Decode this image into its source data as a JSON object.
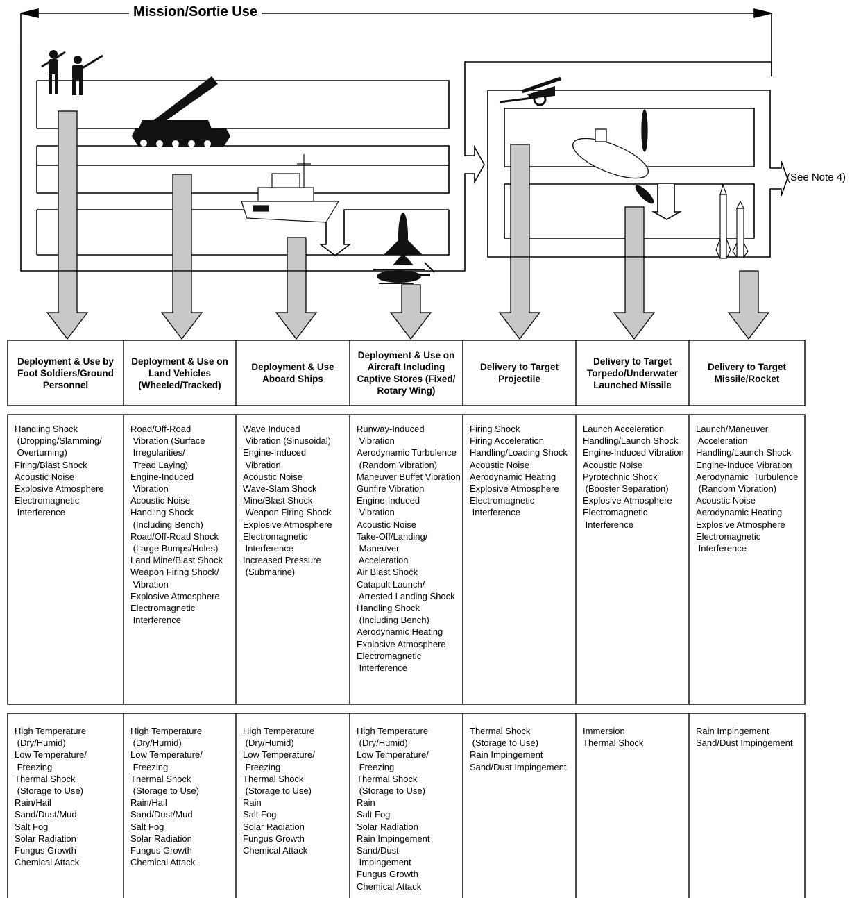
{
  "title": "Mission/Sortie Use",
  "note": "(See Note 4)",
  "icons": [
    "soldiers-icon",
    "missile-launcher-vehicle-icon",
    "warship-icon",
    "fighter-jet-icon",
    "helicopter-icon",
    "artillery-gun-icon",
    "submarine-icon",
    "torpedo-icon",
    "missiles-icon"
  ],
  "columns": [
    {
      "header": "Deployment & Use by\nFoot Soldiers/Ground\nPersonnel",
      "dynamic": [
        "Handling Shock",
        " (Dropping/Slamming/",
        " Overturning)",
        "Firing/Blast Shock",
        "Acoustic Noise",
        "Explosive Atmosphere",
        "Electromagnetic",
        " Interference"
      ],
      "climatic": [
        "High Temperature",
        " (Dry/Humid)",
        "Low Temperature/",
        " Freezing",
        "Thermal Shock",
        " (Storage to Use)",
        "Rain/Hail",
        "Sand/Dust/Mud",
        "Salt Fog",
        "Solar Radiation",
        "Fungus Growth",
        "Chemical Attack"
      ]
    },
    {
      "header": "Deployment & Use on\nLand Vehicles\n(Wheeled/Tracked)",
      "dynamic": [
        "Road/Off-Road",
        " Vibration (Surface",
        " Irregularities/",
        " Tread Laying)",
        "Engine-Induced",
        " Vibration",
        "Acoustic Noise",
        "Handling Shock",
        " (Including Bench)",
        "Road/Off-Road Shock",
        " (Large Bumps/Holes)",
        "Land Mine/Blast Shock",
        "Weapon Firing Shock/",
        " Vibration",
        "Explosive Atmosphere",
        "Electromagnetic",
        " Interference"
      ],
      "climatic": [
        "High Temperature",
        " (Dry/Humid)",
        "Low Temperature/",
        " Freezing",
        "Thermal Shock",
        " (Storage to Use)",
        "Rain/Hail",
        "Sand/Dust/Mud",
        "Salt Fog",
        "Solar Radiation",
        "Fungus Growth",
        "Chemical Attack"
      ]
    },
    {
      "header": "Deployment & Use\nAboard Ships",
      "dynamic": [
        "Wave Induced",
        " Vibration (Sinusoidal)",
        "Engine-Induced",
        " Vibration",
        "Acoustic Noise",
        "Wave-Slam Shock",
        "Mine/Blast Shock",
        " Weapon Firing Shock",
        "Explosive Atmosphere",
        "Electromagnetic",
        " Interference",
        "Increased Pressure",
        " (Submarine)"
      ],
      "climatic": [
        "High Temperature",
        " (Dry/Humid)",
        "Low Temperature/",
        " Freezing",
        "Thermal Shock",
        " (Storage to Use)",
        "Rain",
        "Salt Fog",
        "Solar Radiation",
        "Fungus Growth",
        "Chemical Attack"
      ]
    },
    {
      "header": "Deployment & Use on\nAircraft Including\nCaptive Stores (Fixed/\nRotary Wing)",
      "dynamic": [
        "Runway-Induced",
        " Vibration",
        "Aerodynamic Turbulence",
        " (Random Vibration)",
        "Maneuver Buffet Vibration",
        "Gunfire Vibration",
        "Engine-Induced",
        " Vibration",
        "Acoustic Noise",
        "Take-Off/Landing/",
        " Maneuver",
        " Acceleration",
        "Air Blast Shock",
        "Catapult Launch/",
        " Arrested Landing Shock",
        "Handling Shock",
        " (Including Bench)",
        "Aerodynamic Heating",
        "Explosive Atmosphere",
        "Electromagnetic",
        " Interference"
      ],
      "climatic": [
        "High Temperature",
        " (Dry/Humid)",
        "Low Temperature/",
        " Freezing",
        "Thermal Shock",
        " (Storage to Use)",
        "Rain",
        "Salt Fog",
        "Solar Radiation",
        "Rain Impingement",
        "Sand/Dust",
        " Impingement",
        "Fungus Growth",
        "Chemical Attack"
      ]
    },
    {
      "header": "Delivery to Target\nProjectile",
      "dynamic": [
        "Firing Shock",
        "Firing Acceleration",
        "Handling/Loading Shock",
        "Acoustic Noise",
        "Aerodynamic Heating",
        "Explosive Atmosphere",
        "Electromagnetic",
        " Interference"
      ],
      "climatic": [
        "Thermal Shock",
        " (Storage to Use)",
        "Rain Impingement",
        "Sand/Dust Impingement"
      ]
    },
    {
      "header": "Delivery to  Target\nTorpedo/Underwater\nLaunched Missile",
      "dynamic": [
        "Launch Acceleration",
        "Handling/Launch Shock",
        "Engine-Induced Vibration",
        "Acoustic Noise",
        "Pyrotechnic Shock",
        " (Booster Separation)",
        "Explosive Atmosphere",
        "Electromagnetic",
        " Interference"
      ],
      "climatic": [
        "Immersion",
        "Thermal Shock"
      ]
    },
    {
      "header": "Delivery to Target\nMissile/Rocket",
      "dynamic": [
        "Launch/Maneuver",
        " Acceleration",
        "Handling/Launch Shock",
        "Engine-Induce Vibration",
        "Aerodynamic  Turbulence",
        " (Random Vibration)",
        "Acoustic Noise",
        "Aerodynamic Heating",
        "Explosive Atmosphere",
        "Electromagnetic",
        " Interference"
      ],
      "climatic": [
        "Rain Impingement",
        "Sand/Dust Impingement"
      ]
    }
  ]
}
